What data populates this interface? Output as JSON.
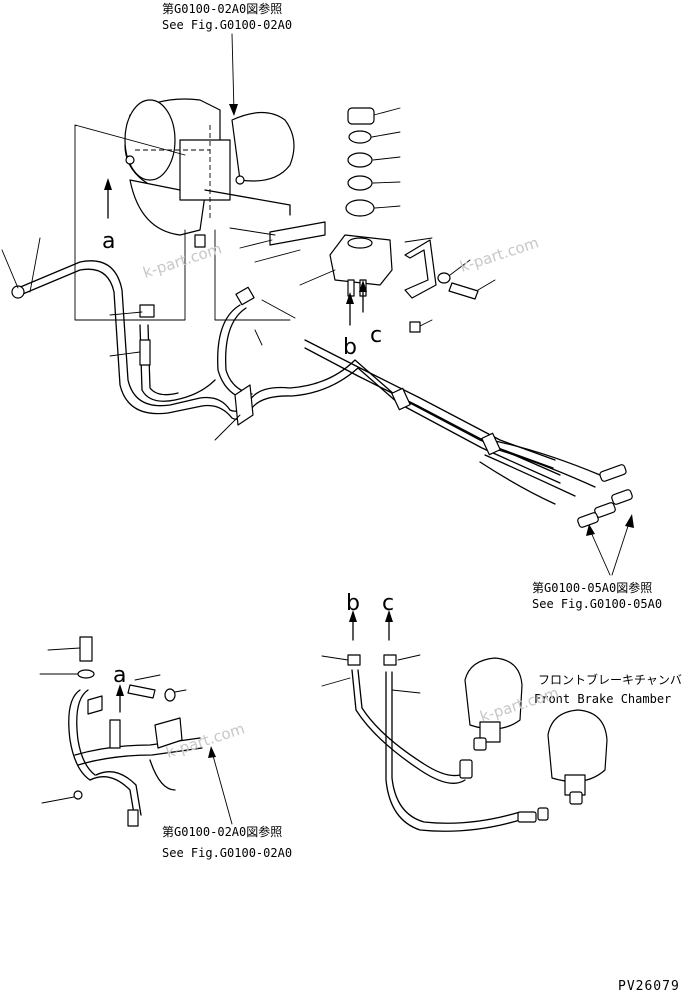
{
  "references": [
    {
      "jp": "第G0100-02A0図参照",
      "en": "See Fig.G0100-02A0"
    },
    {
      "jp": "第G0100-05A0図参照",
      "en": "See Fig.G0100-05A0"
    },
    {
      "jp": "第G0100-02A0図参照",
      "en": "See Fig.G0100-02A0"
    }
  ],
  "component_label": {
    "jp": "フロントブレーキチャンバ",
    "en": "Front Brake Chamber"
  },
  "connection_letters": {
    "a_main": "a",
    "b_main": "b",
    "c_main": "c",
    "a_detail": "a",
    "b_detail": "b",
    "c_detail": "c"
  },
  "watermark": "k-part.com",
  "diagram_code": "PV26079"
}
